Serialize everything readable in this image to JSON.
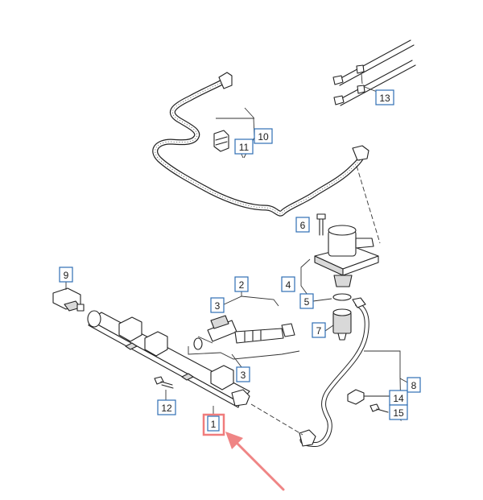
{
  "callouts": [
    {
      "id": "c1",
      "label": "1"
    },
    {
      "id": "c2",
      "label": "2"
    },
    {
      "id": "c3a",
      "label": "3"
    },
    {
      "id": "c3b",
      "label": "3"
    },
    {
      "id": "c4",
      "label": "4"
    },
    {
      "id": "c5",
      "label": "5"
    },
    {
      "id": "c6",
      "label": "6"
    },
    {
      "id": "c7",
      "label": "7"
    },
    {
      "id": "c8",
      "label": "8"
    },
    {
      "id": "c9",
      "label": "9"
    },
    {
      "id": "c10",
      "label": "10"
    },
    {
      "id": "c11",
      "label": "11"
    },
    {
      "id": "c12",
      "label": "12"
    },
    {
      "id": "c13",
      "label": "13"
    },
    {
      "id": "c14",
      "label": "14"
    },
    {
      "id": "c15",
      "label": "15"
    }
  ],
  "highlight": {
    "target_label": "1",
    "color": "#f07c7c",
    "arrow_color": "#ef8585"
  },
  "colors": {
    "callout_border": "#2f6fb3",
    "line": "#222222"
  }
}
